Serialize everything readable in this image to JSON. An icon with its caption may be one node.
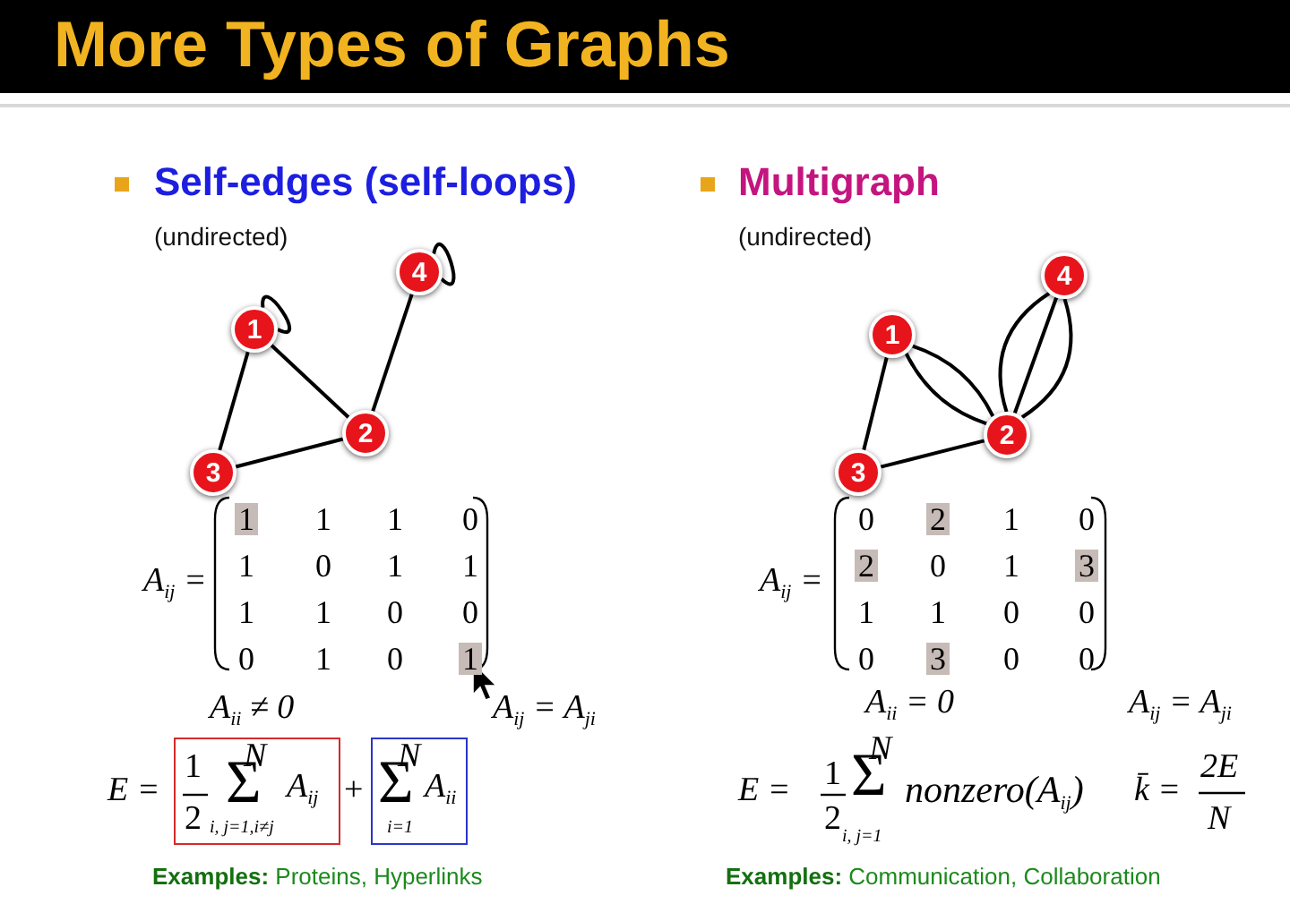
{
  "diagram": {
    "title": "More Types of Graphs",
    "nodes": [
      {
        "text": [
          "1"
        ]
      },
      {
        "text": [
          "2"
        ]
      },
      {
        "text": [
          "3"
        ]
      },
      {
        "text": [
          "4"
        ]
      },
      {
        "text": [
          "1"
        ]
      },
      {
        "text": [
          "2"
        ]
      },
      {
        "text": [
          "3"
        ]
      },
      {
        "text": [
          "4"
        ]
      },
      {
        "text": [
          "1",
          "2",
          "N",
          "Σ",
          "i, j=1,i≠j",
          "A$_{ij}$"
        ]
      },
      {
        "text": [
          "N",
          "Σ",
          "i=1",
          "A$_{ii}$"
        ]
      }
    ],
    "edges": [
      {
        "from": 0,
        "to": 0,
        "arrow": "none"
      },
      {
        "from": 3,
        "to": 3,
        "arrow": "none"
      },
      {
        "from": 0,
        "to": 1,
        "arrow": "none"
      },
      {
        "from": 0,
        "to": 2,
        "arrow": "none"
      },
      {
        "from": 2,
        "to": 1,
        "arrow": "none"
      },
      {
        "from": 3,
        "to": 1,
        "arrow": "none"
      },
      {
        "from": 4,
        "to": 5,
        "arrow": "none"
      },
      {
        "from": 4,
        "to": 5,
        "arrow": "none"
      },
      {
        "from": 4,
        "to": 6,
        "arrow": "none"
      },
      {
        "from": 6,
        "to": 5,
        "arrow": "none"
      },
      {
        "from": 7,
        "to": 5,
        "arrow": "none"
      },
      {
        "from": 7,
        "to": 5,
        "arrow": "none"
      },
      {
        "from": 7,
        "to": 5,
        "arrow": "none"
      }
    ],
    "labels": [
      "Self-edges (self-loops)",
      "(undirected)",
      "Multigraph",
      "(undirected)",
      "A$_{ij}$ =",
      "1",
      "1",
      "1",
      "0",
      "1",
      "0",
      "1",
      "1",
      "1",
      "1",
      "0",
      "0",
      "0",
      "1",
      "0",
      "1",
      "A$_{ij}$ =",
      "0",
      "2",
      "1",
      "0",
      "2",
      "0",
      "1",
      "3",
      "1",
      "1",
      "0",
      "0",
      "0",
      "3",
      "0",
      "0",
      "A$_{ii}$ ≠ 0",
      "A$_{ij}$ = A$_{ji}$",
      "E =",
      "+",
      "**Examples:** Proteins, Hyperlinks",
      "A$_{ii}$ = 0",
      "A$_{ij}$ = A$_{ji}$",
      "E =",
      "1",
      "2",
      "N",
      "Σ",
      "i, j=1",
      "nonzero(A$_{ij}$)",
      "k̄ =",
      "2E",
      "N",
      "**Examples:** Communication, Collaboration"
    ]
  }
}
